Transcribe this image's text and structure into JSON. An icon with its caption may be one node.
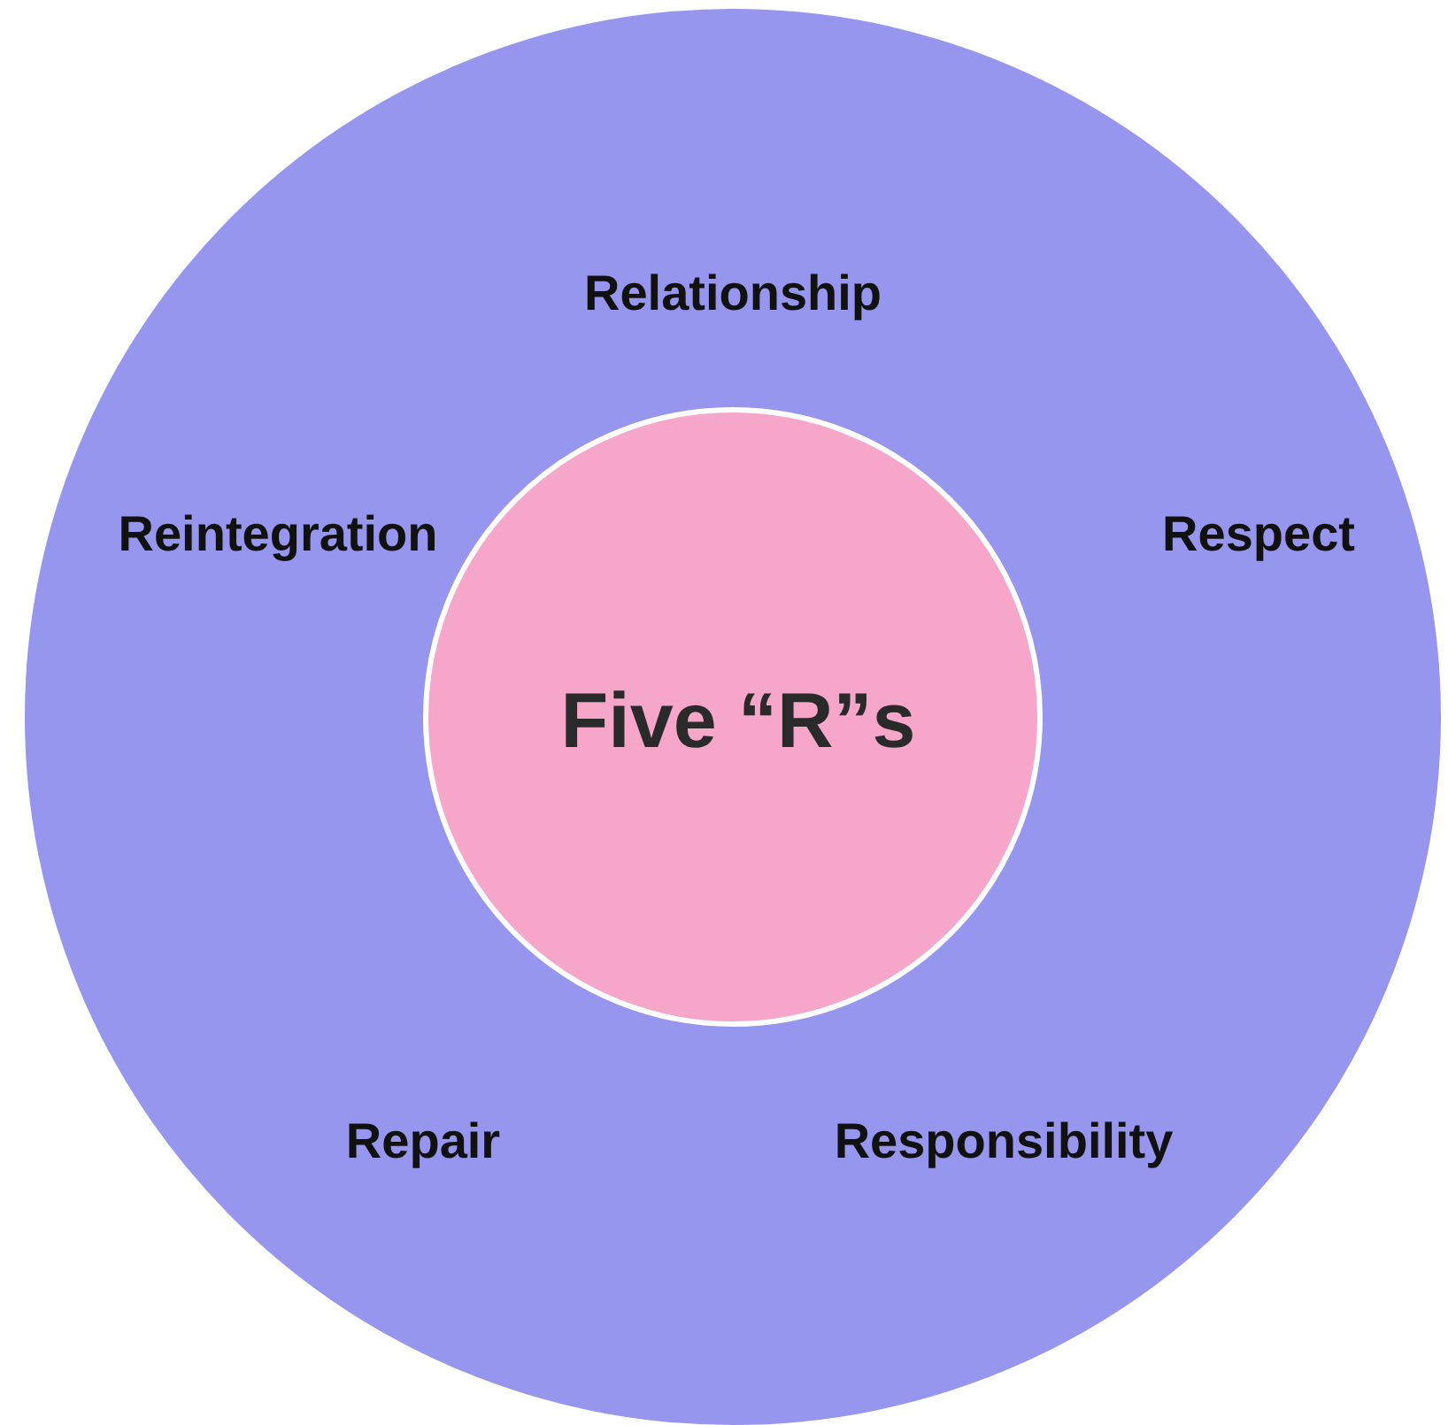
{
  "diagram": {
    "nodes": [
      {
        "text": [
          "Relationship",
          "Reintegration",
          "Respect",
          "Repair",
          "Responsibility"
        ]
      },
      {
        "text": [
          "Five “R”s"
        ],
        "in": 0
      }
    ],
    "edges": []
  }
}
